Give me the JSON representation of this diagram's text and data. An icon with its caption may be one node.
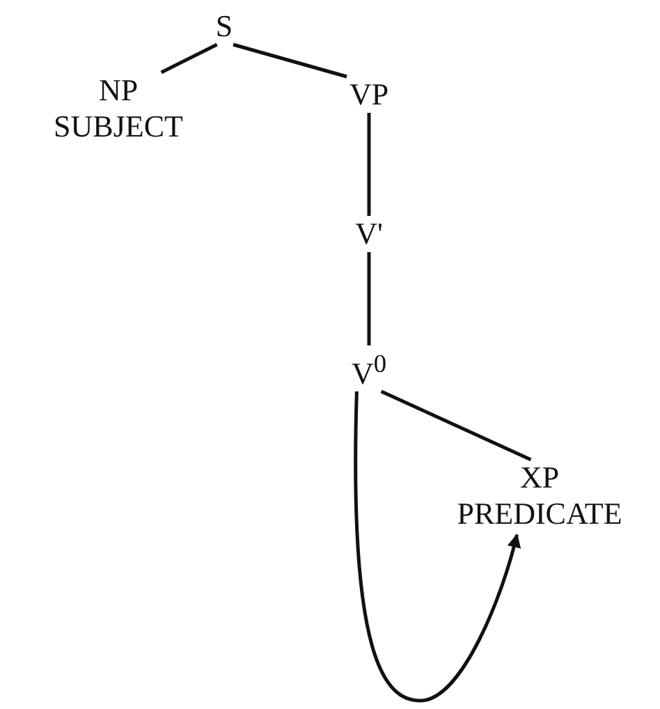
{
  "diagram": {
    "nodes": [
      {
        "text": [
          "S"
        ]
      },
      {
        "text": [
          "NP",
          "SUBJECT"
        ]
      },
      {
        "text": [
          "VP"
        ]
      },
      {
        "text": [
          "V'"
        ]
      },
      {
        "text": [
          "V$^{0}$"
        ]
      },
      {
        "text": [
          "XP",
          "PREDICATE"
        ]
      }
    ],
    "edges": [
      {
        "from": 0,
        "to": 1,
        "arrow": "none"
      },
      {
        "from": 0,
        "to": 2,
        "arrow": "none"
      },
      {
        "from": 2,
        "to": 3,
        "arrow": "none"
      },
      {
        "from": 3,
        "to": 4,
        "arrow": "none"
      },
      {
        "from": 4,
        "to": 5,
        "arrow": "none"
      },
      {
        "from": 4,
        "to": 5,
        "arrow": "to"
      }
    ]
  }
}
